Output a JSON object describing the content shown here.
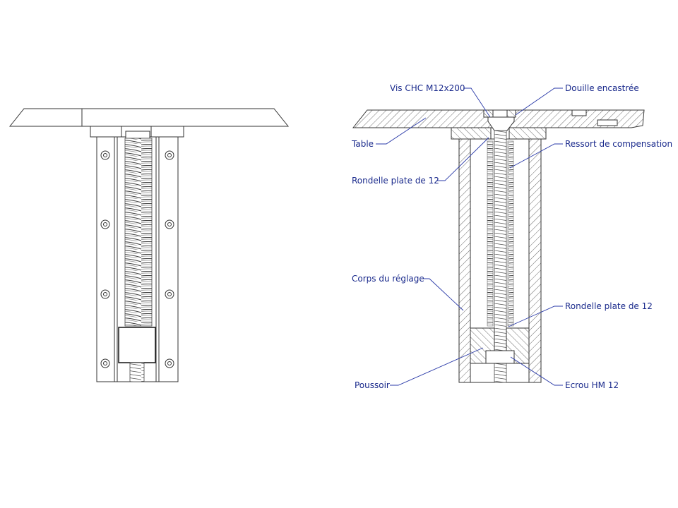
{
  "labels": {
    "vis": "Vis CHC M12x200",
    "douille": "Douille encastrée",
    "table": "Table",
    "ressort": "Ressort de compensation",
    "rondelle_top": "Rondelle plate de 12",
    "corps": "Corps du réglage",
    "rondelle_bottom": "Rondelle plate de 12",
    "poussoir": "Poussoir",
    "ecrou": "Ecrou HM 12"
  },
  "colors": {
    "leader": "#2a3aa8",
    "label_text": "#1a2a8c",
    "outline": "#333333"
  }
}
